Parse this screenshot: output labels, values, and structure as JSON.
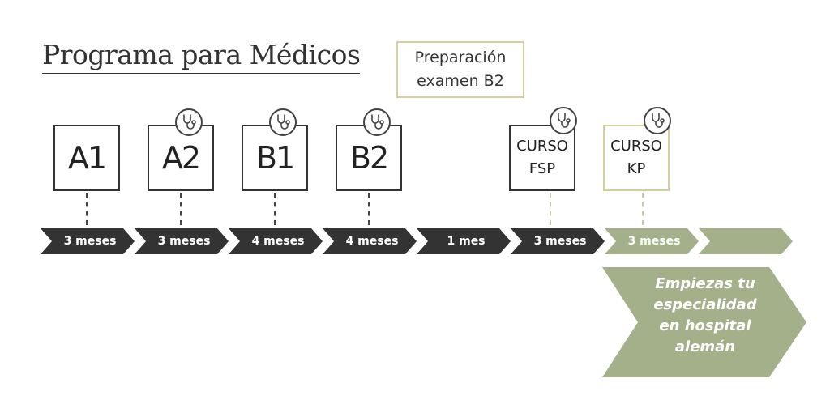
{
  "title": "Programa para Médicos",
  "prep_box": {
    "line1": "Preparación",
    "line2": "examen B2"
  },
  "levels": [
    {
      "label": "A1",
      "stethoscope": false
    },
    {
      "label": "A2",
      "stethoscope": true
    },
    {
      "label": "B1",
      "stethoscope": true
    },
    {
      "label": "B2",
      "stethoscope": true
    }
  ],
  "courses": [
    {
      "line1": "CURSO",
      "line2": "FSP",
      "stethoscope": true
    },
    {
      "line1": "CURSO",
      "line2": "KP",
      "stethoscope": true
    }
  ],
  "timeline": [
    {
      "label": "3 meses",
      "color": "#333333"
    },
    {
      "label": "3 meses",
      "color": "#333333"
    },
    {
      "label": "4 meses",
      "color": "#333333"
    },
    {
      "label": "4 meses",
      "color": "#333333"
    },
    {
      "label": "1 mes",
      "color": "#333333"
    },
    {
      "label": "3 meses",
      "color": "#333333"
    },
    {
      "label": "3 meses",
      "color": "#a3b08a"
    },
    {
      "label": "",
      "color": "#a3b08a"
    }
  ],
  "final": {
    "line1": "Empiezas tu",
    "line2": "especialidad",
    "line3": "en hospital",
    "line4": "alemán",
    "color": "#a3b08a"
  },
  "icons": {
    "stethoscope": "stethoscope-icon"
  }
}
